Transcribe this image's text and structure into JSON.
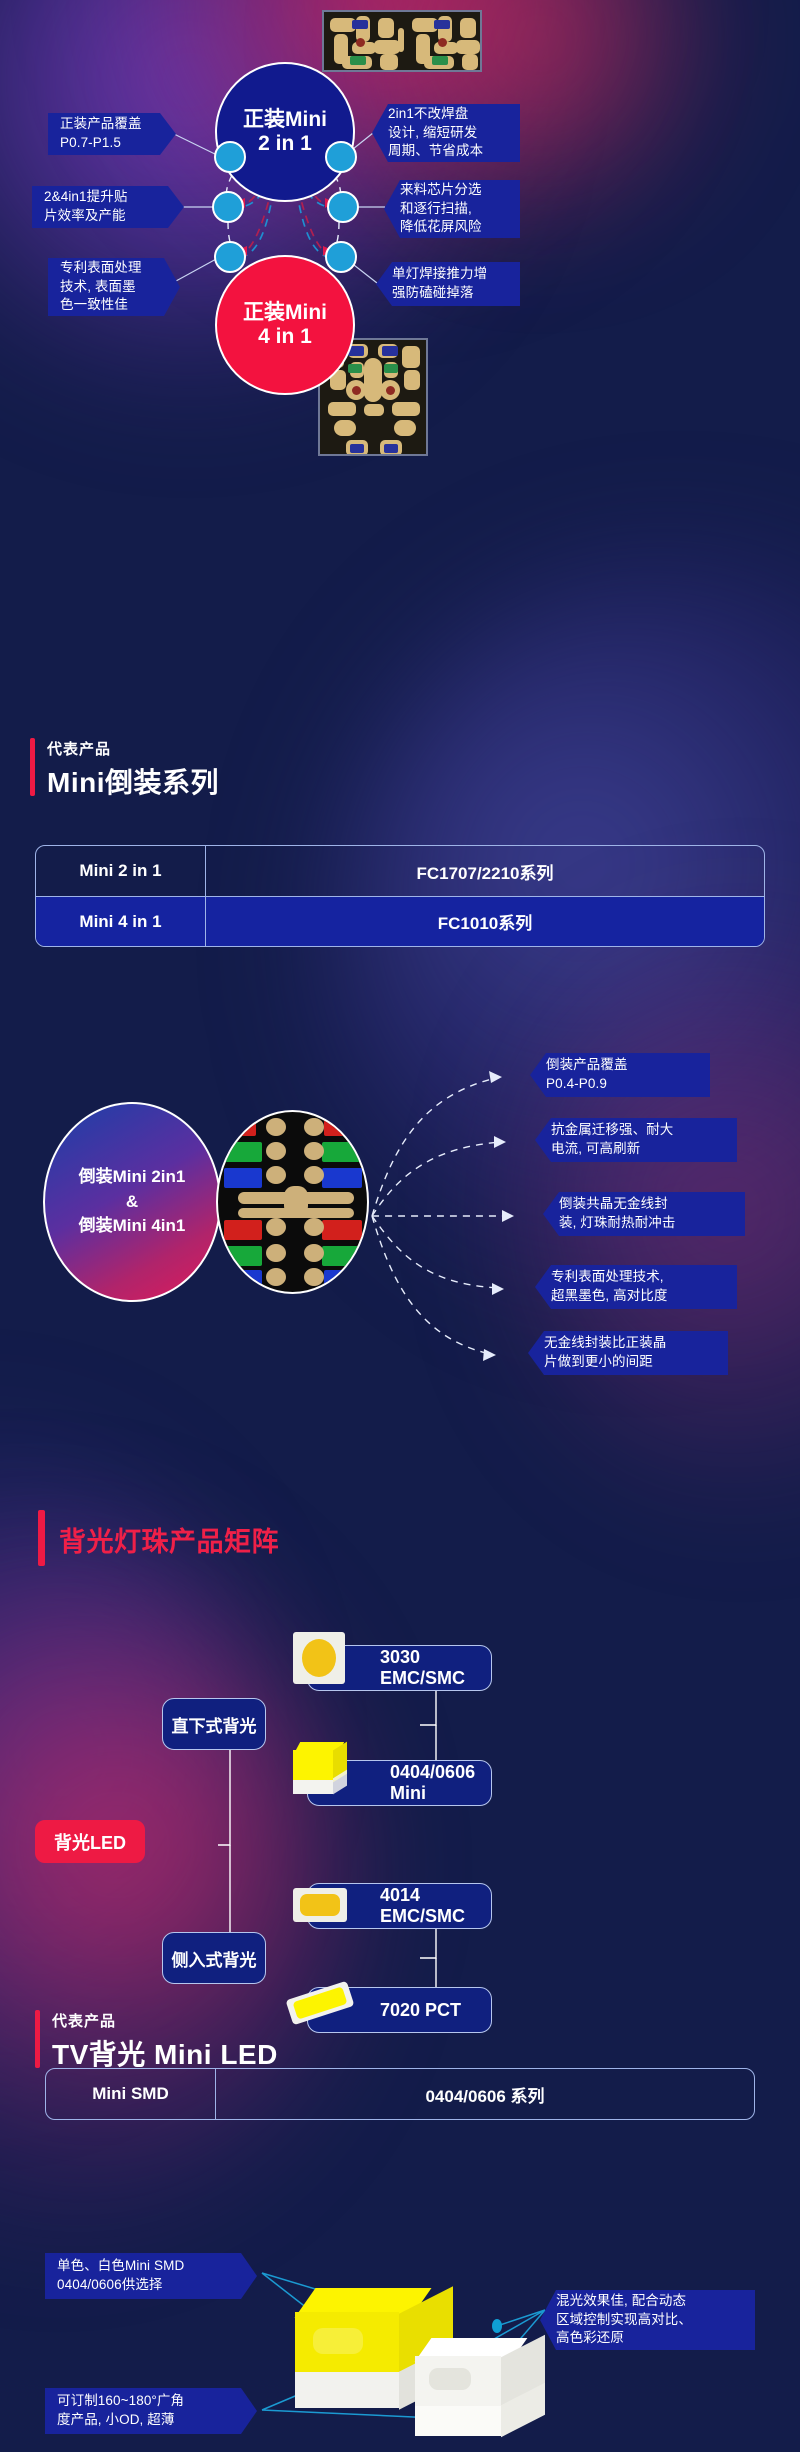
{
  "top_diagram": {
    "center_nodes": [
      {
        "line1": "正装Mini",
        "line2": "2 in 1",
        "color": "#111a8e"
      },
      {
        "line1": "正装Mini",
        "line2": "4 in 1",
        "color": "#f3123f"
      }
    ],
    "left_callouts": [
      {
        "lines": [
          "正装产品覆盖",
          "P0.7-P1.5"
        ]
      },
      {
        "lines": [
          "2&4in1提升贴",
          "片效率及产能"
        ]
      },
      {
        "lines": [
          "专利表面处理",
          "技术, 表面墨",
          "色一致性佳"
        ]
      }
    ],
    "right_callouts": [
      {
        "lines": [
          "2in1不改焊盘",
          "设计, 缩短研发",
          "周期、节省成本"
        ]
      },
      {
        "lines": [
          "来料芯片分选",
          "和逐行扫描,",
          "降低花屏风险"
        ]
      },
      {
        "lines": [
          "单灯焊接推力增",
          "强防磕碰掉落"
        ]
      }
    ]
  },
  "section_flip": {
    "eyebrow": "代表产品",
    "title": "Mini倒装系列",
    "table": {
      "rows": [
        {
          "label": "Mini 2 in 1",
          "value": "FC1707/2210系列",
          "highlighted": false
        },
        {
          "label": "Mini 4 in 1",
          "value": "FC1010系列",
          "highlighted": true
        }
      ]
    }
  },
  "flip_diagram": {
    "hub": {
      "line1": "倒装Mini 2in1",
      "line2": "&",
      "line3": "倒装Mini 4in1"
    },
    "callouts": [
      {
        "lines": [
          "倒装产品覆盖",
          "P0.4-P0.9"
        ]
      },
      {
        "lines": [
          "抗金属迁移强、耐大",
          "电流, 可高刷新"
        ]
      },
      {
        "lines": [
          "倒装共晶无金线封",
          "装, 灯珠耐热耐冲击"
        ]
      },
      {
        "lines": [
          "专利表面处理技术,",
          "超黑墨色, 高对比度"
        ]
      },
      {
        "lines": [
          "无金线封装比正装晶",
          "片做到更小的间距"
        ]
      }
    ]
  },
  "section_backlight": {
    "title": "背光灯珠产品矩阵",
    "root": "背光LED",
    "branches": [
      {
        "label": "直下式背光",
        "products": [
          {
            "name": "3030 EMC/SMC",
            "icon": "led-3030-icon"
          },
          {
            "name": "0404/0606 Mini",
            "icon": "led-cube-icon"
          }
        ]
      },
      {
        "label": "侧入式背光",
        "products": [
          {
            "name": "4014 EMC/SMC",
            "icon": "led-4014-icon"
          },
          {
            "name": "7020 PCT",
            "icon": "led-7020-icon"
          }
        ]
      }
    ]
  },
  "section_tv": {
    "eyebrow": "代表产品",
    "title": "TV背光  Mini  LED",
    "table": {
      "rows": [
        {
          "label": "Mini SMD",
          "value": "0404/0606 系列",
          "highlighted": false
        }
      ]
    }
  },
  "smd_diagram": {
    "callouts": [
      {
        "lines": [
          "单色、白色Mini SMD",
          "0404/0606供选择"
        ],
        "side": "left"
      },
      {
        "lines": [
          "混光效果佳, 配合动态",
          "区域控制实现高对比、",
          "高色彩还原"
        ],
        "side": "right"
      },
      {
        "lines": [
          "可订制160~180°广角",
          "度产品, 小OD, 超薄"
        ],
        "side": "left"
      }
    ]
  },
  "colors": {
    "background": "#131c4a",
    "accent_red": "#ee1a44",
    "accent_navy": "#18239c",
    "node_blue": "#1f9fd8",
    "circle_navy": "#111a8e",
    "circle_red": "#f3123f",
    "border_light": "#9fb4e8"
  }
}
